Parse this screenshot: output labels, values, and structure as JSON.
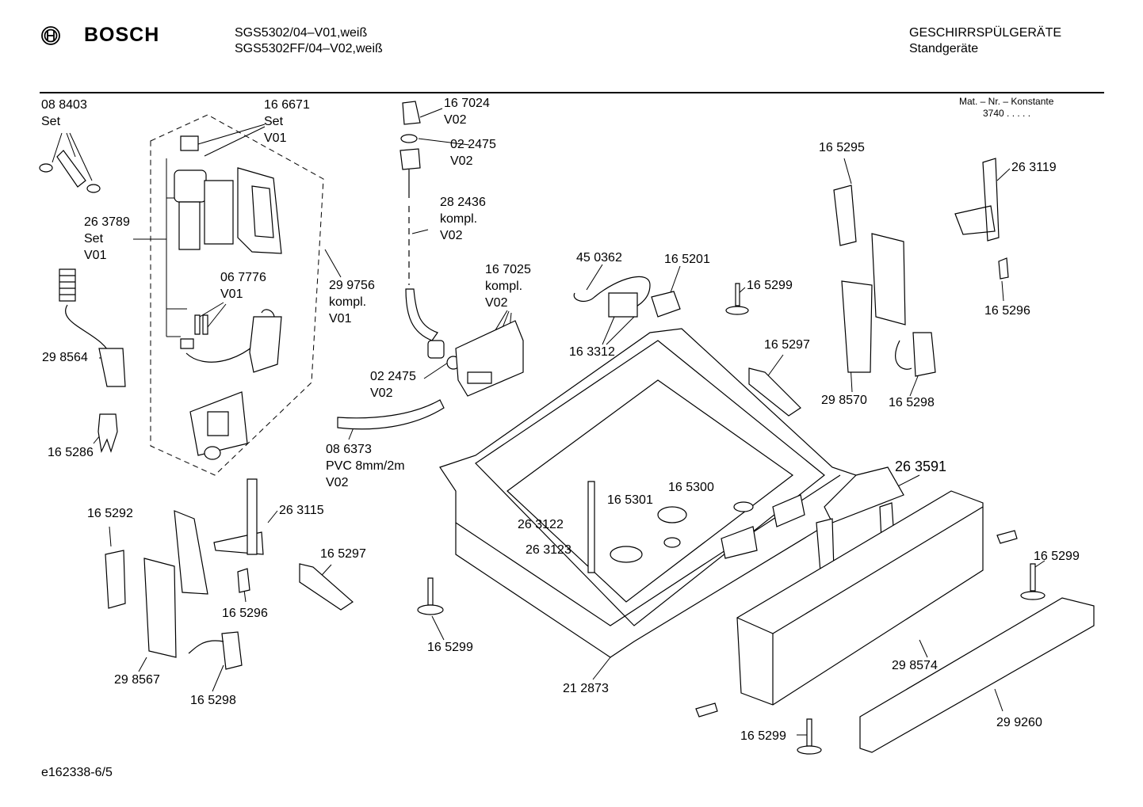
{
  "header": {
    "brand": "BOSCH",
    "models": [
      "SGS5302/04–V01,weiß",
      "SGS5302FF/04–V02,weiß"
    ],
    "category": [
      "GESCHIRRSPÜLGERÄTE",
      "Standgeräte"
    ],
    "mat_label": "Mat. – Nr. – Konstante",
    "mat_value": "3740  .  .  .  .  ."
  },
  "footer": {
    "code": "e162338-6/5"
  },
  "callouts": [
    [
      "08 8403",
      "Set"
    ],
    [
      "16 6671",
      "Set",
      "V01"
    ],
    [
      "26 3789",
      "Set",
      "V01"
    ],
    [
      "06 7776",
      "V01"
    ],
    [
      "29 9756",
      "kompl.",
      "V01"
    ],
    [
      "29 8564"
    ],
    [
      "16 5286"
    ],
    [
      "16 7024",
      "V02"
    ],
    [
      "02 2475",
      "V02"
    ],
    [
      "28 2436",
      "kompl.",
      "V02"
    ],
    [
      "16 7025",
      "kompl.",
      "V02"
    ],
    [
      "02 2475",
      "V02"
    ],
    [
      "08 6373",
      "PVC 8mm/2m",
      "V02"
    ],
    [
      "45 0362"
    ],
    [
      "16 5201"
    ],
    [
      "16 3312"
    ],
    [
      "16 5299"
    ],
    [
      "16 5295"
    ],
    [
      "26 3119"
    ],
    [
      "16 5296"
    ],
    [
      "16 5297"
    ],
    [
      "29 8570"
    ],
    [
      "16 5298"
    ],
    [
      "26 3591"
    ],
    [
      "16 5300"
    ],
    [
      "16 5301"
    ],
    [
      "26 3122"
    ],
    [
      "26 3123"
    ],
    [
      "16 5299"
    ],
    [
      "16 5299"
    ],
    [
      "21 2873"
    ],
    [
      "29 8574"
    ],
    [
      "29 9260"
    ],
    [
      "16 5299"
    ],
    [
      "16 5292"
    ],
    [
      "26 3115"
    ],
    [
      "16 5297"
    ],
    [
      "16 5296"
    ],
    [
      "29 8567"
    ],
    [
      "16 5298"
    ]
  ]
}
